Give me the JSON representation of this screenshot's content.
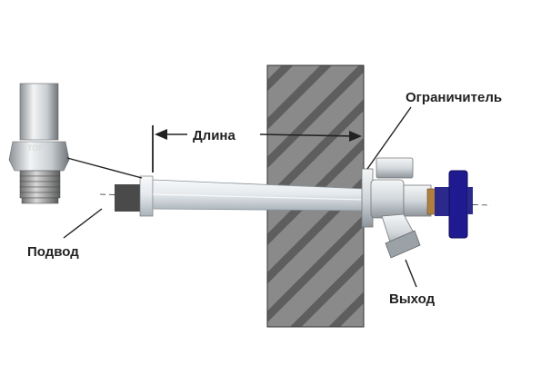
{
  "labels": {
    "length": "Длина",
    "limiter": "Ограничитель",
    "inlet": "Подвод",
    "outlet": "Выход",
    "fitting_mark": "TOP"
  },
  "colors": {
    "background": "#ffffff",
    "wall_fill": "#8a8a8a",
    "wall_stripe": "#5a5a5a",
    "pipe": "#e8ecef",
    "pipe_shadow": "#b9c2c9",
    "metal_dark": "#7a7f84",
    "handle": "#1f1a8f",
    "line": "#222222"
  },
  "icons": {
    "fitting": "threaded-fitting-icon",
    "handle": "valve-handle-icon"
  }
}
